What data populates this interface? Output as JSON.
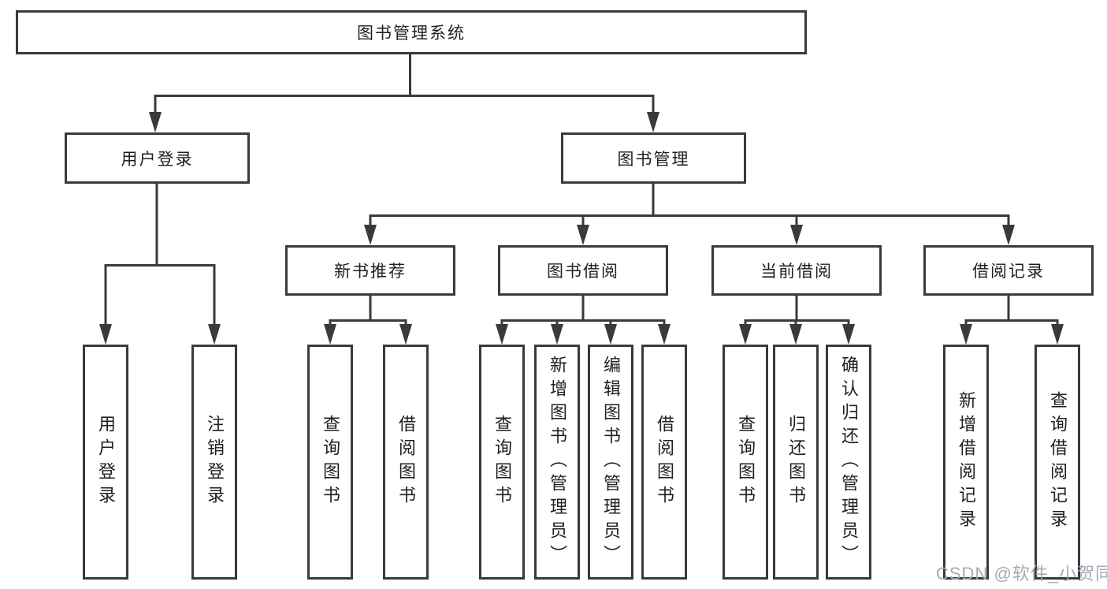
{
  "colors": {
    "line": "#3a3a3a",
    "text": "#1f1f1f",
    "box_background": "#ffffff",
    "watermark": "#a6aab4"
  },
  "root": {
    "label": "图书管理系统"
  },
  "level2": [
    {
      "id": "user-login",
      "label": "用户登录"
    },
    {
      "id": "book-management",
      "label": "图书管理"
    }
  ],
  "level3": [
    {
      "id": "new-book-recommend",
      "label": "新书推荐"
    },
    {
      "id": "book-borrowing",
      "label": "图书借阅"
    },
    {
      "id": "current-borrowing",
      "label": "当前借阅"
    },
    {
      "id": "borrowing-records",
      "label": "借阅记录"
    }
  ],
  "leaves": [
    {
      "id": "user-login-leaf",
      "label": "用户登录"
    },
    {
      "id": "logout",
      "label": "注销登录"
    },
    {
      "id": "nb-query-books",
      "label": "查询图书"
    },
    {
      "id": "nb-borrow-books",
      "label": "借阅图书"
    },
    {
      "id": "bb-query-books",
      "label": "查询图书"
    },
    {
      "id": "bb-add-books-admin",
      "label": "新增图书（管理员）"
    },
    {
      "id": "bb-edit-books-admin",
      "label": "编辑图书（管理员）"
    },
    {
      "id": "bb-borrow-books",
      "label": "借阅图书"
    },
    {
      "id": "cb-query-books",
      "label": "查询图书"
    },
    {
      "id": "cb-return-books",
      "label": "归还图书"
    },
    {
      "id": "cb-confirm-return-admin",
      "label": "确认归还（管理员）"
    },
    {
      "id": "br-add-record",
      "label": "新增借阅记录"
    },
    {
      "id": "br-query-record",
      "label": "查询借阅记录"
    }
  ],
  "watermark": {
    "text": "CSDN @软件_小贺同学"
  }
}
